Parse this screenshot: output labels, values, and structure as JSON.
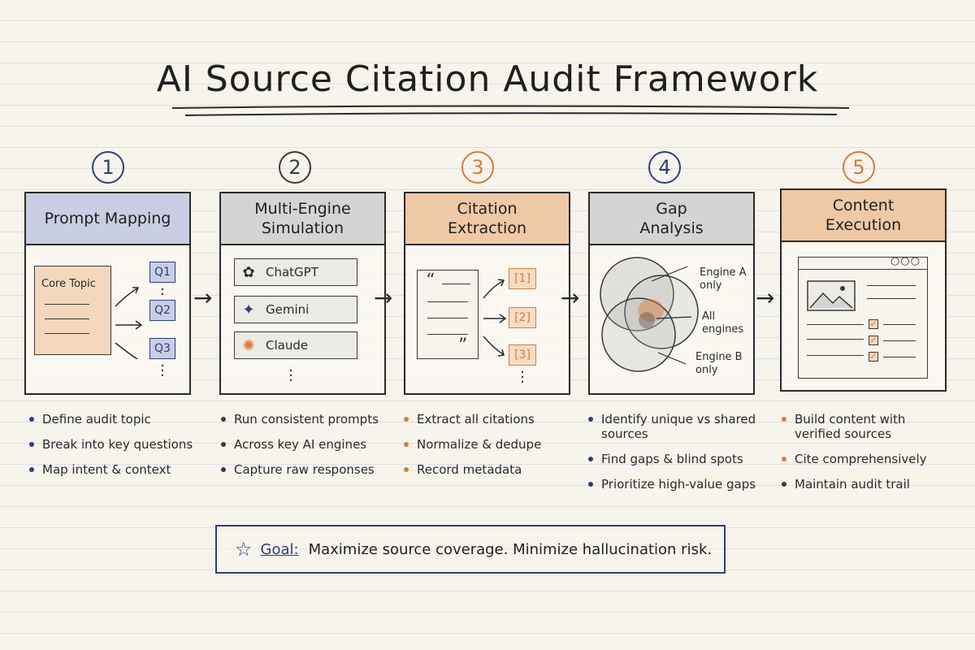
{
  "title": "AI Source Citation Audit Framework",
  "colors": {
    "blue": "#2d3e7a",
    "orange": "#d97b35",
    "gray": "#3a3a3a"
  },
  "steps": [
    {
      "number": "1",
      "title": "Prompt Mapping",
      "note_title": "Core Topic",
      "questions": [
        "Q1",
        "Q2",
        "Q3"
      ],
      "bullets": [
        "Define audit topic",
        "Break into key questions",
        "Map intent & context"
      ]
    },
    {
      "number": "2",
      "title": "Multi-Engine\nSimulation",
      "engines": [
        {
          "name": "ChatGPT",
          "icon": "openai-icon"
        },
        {
          "name": "Gemini",
          "icon": "gemini-star-icon"
        },
        {
          "name": "Claude",
          "icon": "claude-burst-icon"
        }
      ],
      "bullets": [
        "Run consistent prompts",
        "Across key AI engines",
        "Capture raw responses"
      ]
    },
    {
      "number": "3",
      "title": "Citation\nExtraction",
      "quote_open": "“",
      "quote_close": "”",
      "citations": [
        "[1]",
        "[2]",
        "[3]"
      ],
      "bullets": [
        "Extract all citations",
        "Normalize & dedupe",
        "Record metadata"
      ]
    },
    {
      "number": "4",
      "title": "Gap\nAnalysis",
      "venn_labels": {
        "engine_a": "Engine A\nonly",
        "all": "All engines",
        "engine_b": "Engine B\nonly"
      },
      "bullets": [
        "Identify unique vs shared sources",
        "Find gaps & blind spots",
        "Prioritize high-value gaps"
      ]
    },
    {
      "number": "5",
      "title": "Content\nExecution",
      "bullets": [
        "Build content with verified sources",
        "Cite comprehensively",
        "Maintain audit trail"
      ]
    }
  ],
  "goal": {
    "label": "Goal:",
    "text": "Maximize source coverage. Minimize hallucination risk."
  }
}
